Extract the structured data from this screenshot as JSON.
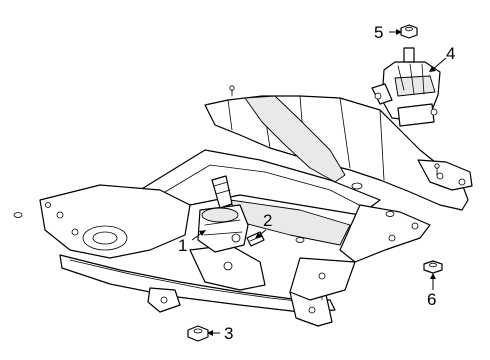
{
  "callouts": [
    {
      "id": "1",
      "label": "1"
    },
    {
      "id": "2",
      "label": "2"
    },
    {
      "id": "3",
      "label": "3"
    },
    {
      "id": "4",
      "label": "4"
    },
    {
      "id": "5",
      "label": "5"
    },
    {
      "id": "6",
      "label": "6"
    }
  ],
  "parts": {
    "1": "engine-mount-left",
    "2": "mount-bolt",
    "3": "nut",
    "4": "engine-mount-right",
    "5": "nut",
    "6": "nut"
  },
  "colors": {
    "line": "#000000",
    "fill": "#ffffff",
    "shade": "#e9e9e9"
  }
}
